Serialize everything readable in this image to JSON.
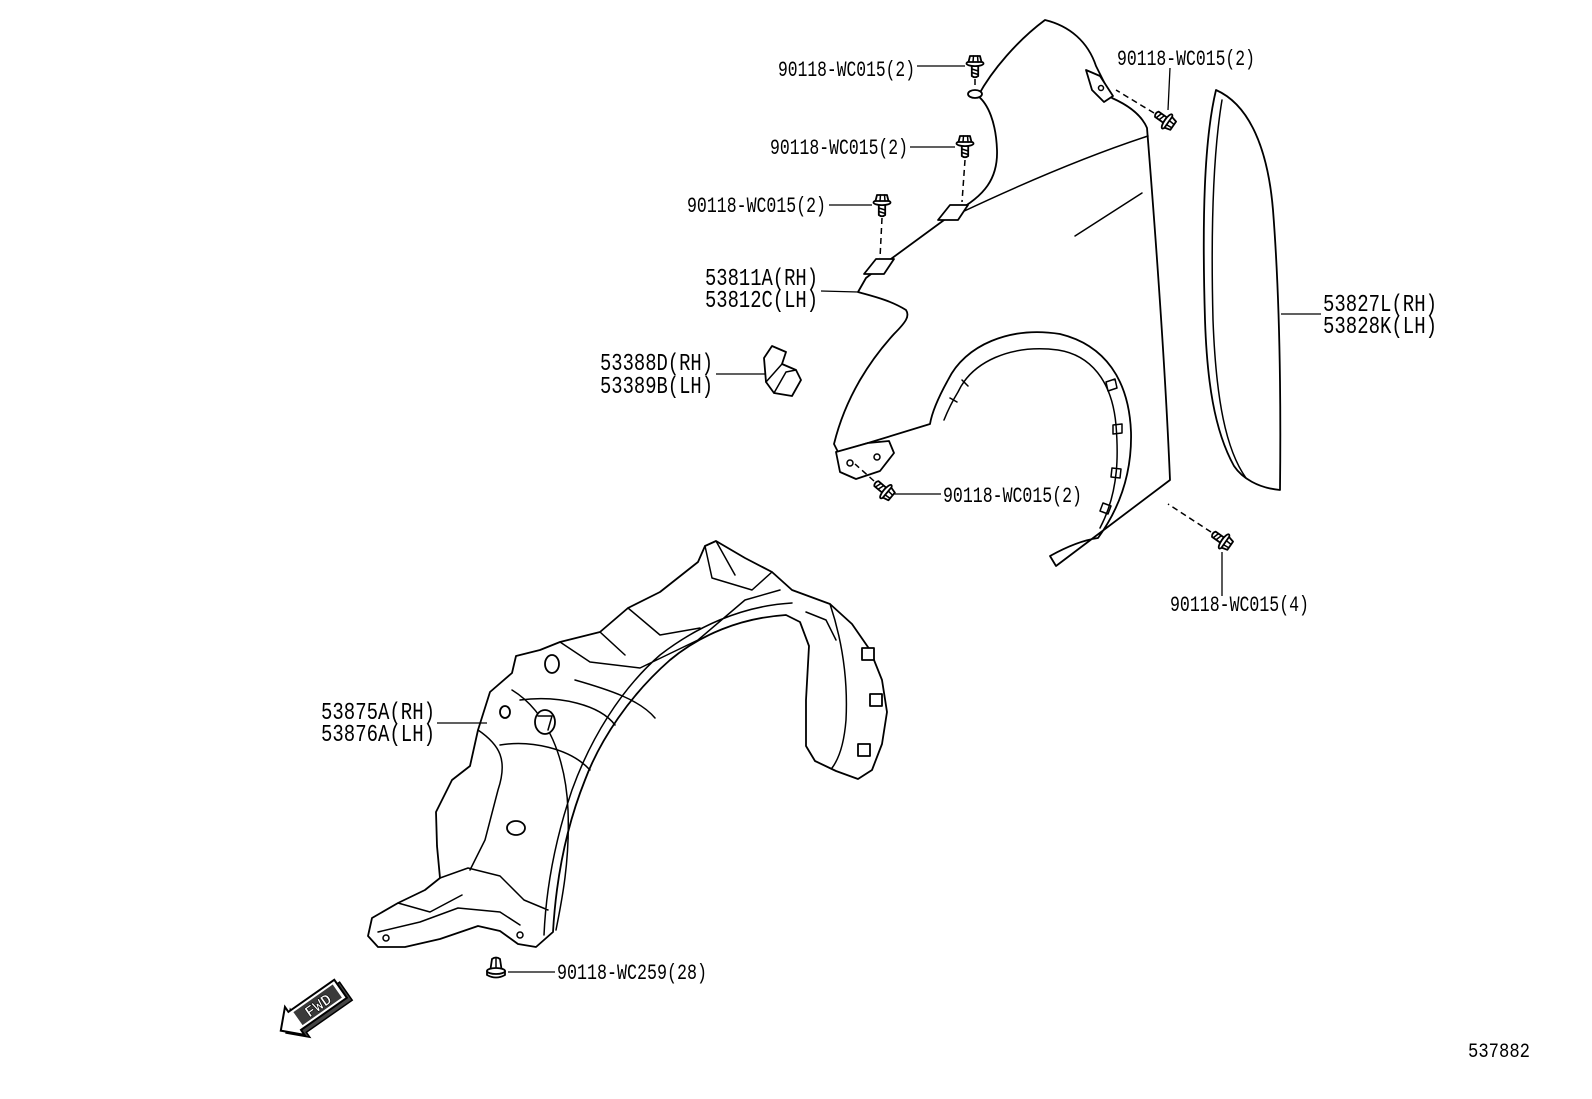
{
  "parts": {
    "fender": {
      "rh": "53811A(RH)",
      "lh": "53812C(LH)"
    },
    "fender_bracket": {
      "rh": "53388D(RH)",
      "lh": "53389B(LH)"
    },
    "fender_seal": {
      "rh": "53827L(RH)",
      "lh": "53828K(LH)"
    },
    "fender_liner": {
      "rh": "53875A(RH)",
      "lh": "53876A(LH)"
    }
  },
  "fasteners": {
    "top_left": "90118-WC015(2)",
    "top_right": "90118-WC015(2)",
    "upper_mid": "90118-WC015(2)",
    "lower_mid": "90118-WC015(2)",
    "front_lower": "90118-WC015(2)",
    "rear_lower": "90118-WC015(4)",
    "liner_clip": "90118-WC259(28)"
  },
  "direction_arrow": {
    "label": "FWD"
  },
  "illustration_number": "537882",
  "icons": {
    "fastener": "bolt-icon",
    "clip": "push-clip-icon",
    "direction": "arrow-down-left-icon"
  },
  "colors": {
    "line": "#000000",
    "background": "#ffffff"
  }
}
